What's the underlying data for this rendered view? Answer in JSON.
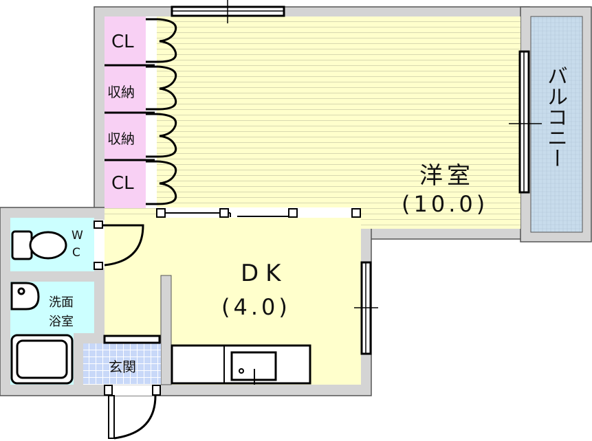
{
  "rooms": {
    "western_room": {
      "name": "洋室",
      "size": "(10.0)"
    },
    "dk": {
      "name": "DK",
      "size": "(4.0)"
    },
    "balcony": {
      "name": "バルコニー"
    },
    "closet_top": {
      "name": "CL"
    },
    "storage_1": {
      "name": "収納"
    },
    "storage_2": {
      "name": "収納"
    },
    "closet_bottom": {
      "name": "CL"
    },
    "wc": {
      "line1": "W",
      "line2": "C"
    },
    "washroom": {
      "line1": "洗面",
      "line2": "浴室"
    },
    "entrance": {
      "name": "玄関"
    }
  },
  "colors": {
    "wall": "#d4d4d4",
    "floor_room": "#ffffcc",
    "closet": "#f8d0f4",
    "wet_area": "#ccffff",
    "entrance_tile": "#c8d8f8",
    "balcony": "#c8dcec"
  }
}
